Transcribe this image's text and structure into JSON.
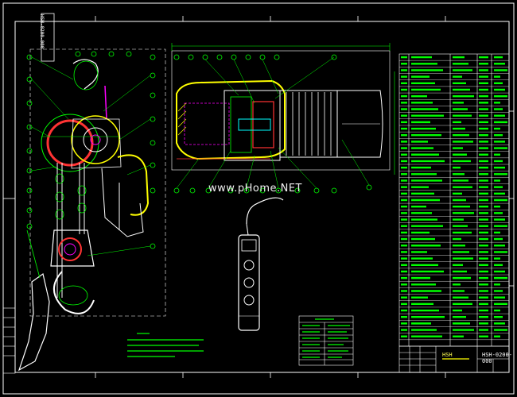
{
  "watermark": "www.pHome.NET",
  "title_block": {
    "drawing_code": "HSH-0200-000",
    "name_line": "HSH"
  },
  "side_code": "HSH-0200-000",
  "colors": {
    "background": "#000000",
    "frame": "#ffffff",
    "outline": "#00ff00",
    "highlight": "#ffff00",
    "accent": "#ff00ff",
    "red": "#ff3333",
    "cyan": "#00ffff"
  }
}
